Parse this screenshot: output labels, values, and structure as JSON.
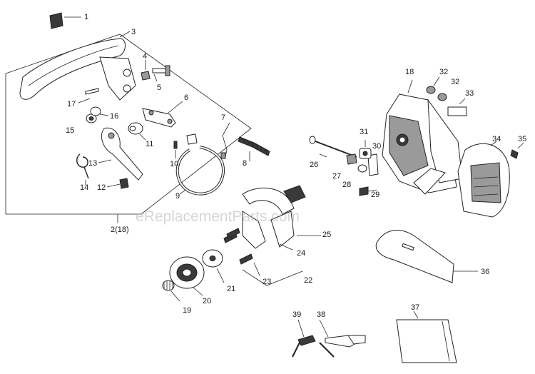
{
  "watermark": "eReplacementParts.com",
  "callouts": [
    "1",
    "2(18)",
    "3",
    "4",
    "5",
    "6",
    "7",
    "8",
    "9",
    "10",
    "11",
    "12",
    "13",
    "14",
    "15",
    "16",
    "17",
    "18",
    "19",
    "20",
    "21",
    "22",
    "23",
    "24",
    "25",
    "26",
    "27",
    "28",
    "29",
    "30",
    "31",
    "32",
    "32",
    "33",
    "34",
    "35",
    "36",
    "37",
    "38",
    "39"
  ]
}
